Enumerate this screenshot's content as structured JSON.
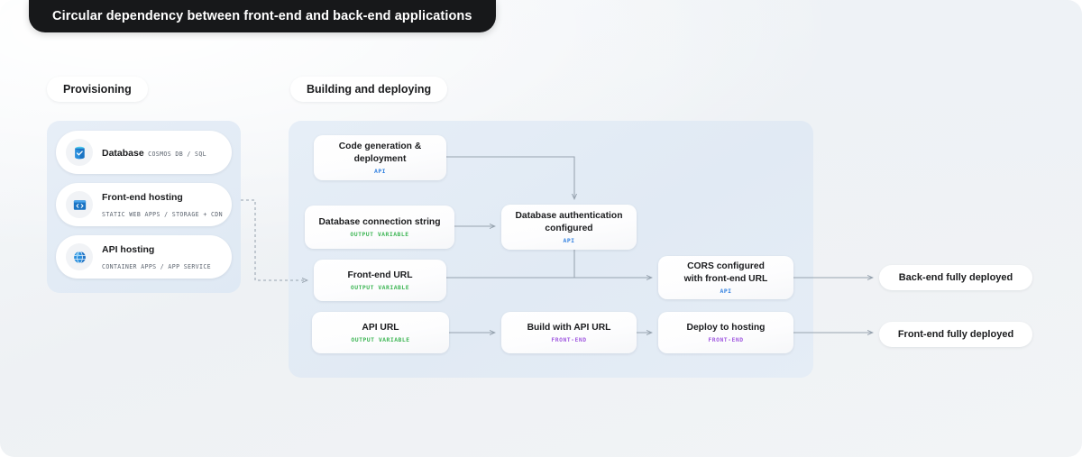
{
  "title": "Circular dependency between front-end and back-end applications",
  "sections": {
    "provisioning_label": "Provisioning",
    "building_label": "Building and deploying"
  },
  "provisioning": {
    "services": [
      {
        "icon": "database-icon",
        "title": "Database",
        "subtitle": "COSMOS DB / SQL"
      },
      {
        "icon": "code-window-icon",
        "title": "Front-end hosting",
        "subtitle": "STATIC WEB APPS / STORAGE + CDN"
      },
      {
        "icon": "globe-icon",
        "title": "API hosting",
        "subtitle": "CONTAINER APPS / APP SERVICE"
      }
    ]
  },
  "flow": {
    "nodes": [
      {
        "id": "codegen",
        "title": "Code generation &\ndeployment",
        "tag": "API",
        "tag_type": "api"
      },
      {
        "id": "dbconn",
        "title": "Database connection string",
        "tag": "OUTPUT VARIABLE",
        "tag_type": "output"
      },
      {
        "id": "feurl",
        "title": "Front-end URL",
        "tag": "OUTPUT VARIABLE",
        "tag_type": "output"
      },
      {
        "id": "apiurl",
        "title": "API URL",
        "tag": "OUTPUT VARIABLE",
        "tag_type": "output"
      },
      {
        "id": "dbauth",
        "title": "Database authentication\nconfigured",
        "tag": "API",
        "tag_type": "api"
      },
      {
        "id": "build",
        "title": "Build with API URL",
        "tag": "FRONT-END",
        "tag_type": "frontend"
      },
      {
        "id": "cors",
        "title": "CORS configured\nwith front-end URL",
        "tag": "API",
        "tag_type": "api"
      },
      {
        "id": "deploy",
        "title": "Deploy to hosting",
        "tag": "FRONT-END",
        "tag_type": "frontend"
      }
    ]
  },
  "outcomes": [
    {
      "id": "backend",
      "label": "Back-end fully deployed"
    },
    {
      "id": "frontend",
      "label": "Front-end fully deployed"
    }
  ],
  "colors": {
    "title_bg": "#17181a",
    "panel_bg": "#e3ecf5",
    "tag_api": "#2f7fe0",
    "tag_output": "#3eb655",
    "tag_frontend": "#a25ce0",
    "connector": "#97a3af"
  }
}
